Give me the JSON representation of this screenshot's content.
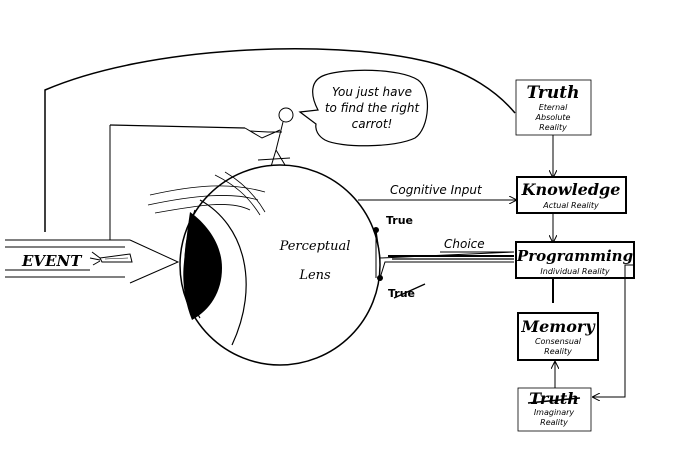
{
  "speech_bubble": {
    "line1": "You just have",
    "line2": "to find the right",
    "line3": "carrot!"
  },
  "event_label": "EVENT",
  "lens": {
    "line1": "Perceptual",
    "line2": "Lens"
  },
  "labels": {
    "cognitive_input": "Cognitive Input",
    "choice": "Choice",
    "true_upper": "True",
    "true_lower": "True"
  },
  "boxes": {
    "truth_top": {
      "title": "Truth",
      "line1": "Eternal",
      "line2": "Absolute",
      "line3": "Reality"
    },
    "knowledge": {
      "title": "Knowledge",
      "line1": "Actual Reality"
    },
    "programming": {
      "title": "Programming",
      "line1": "Individual Reality"
    },
    "memory": {
      "title": "Memory",
      "line1": "Consensual",
      "line2": "Reality"
    },
    "truth_bottom": {
      "title": "Truth",
      "line1": "Imaginary",
      "line2": "Reality"
    }
  }
}
